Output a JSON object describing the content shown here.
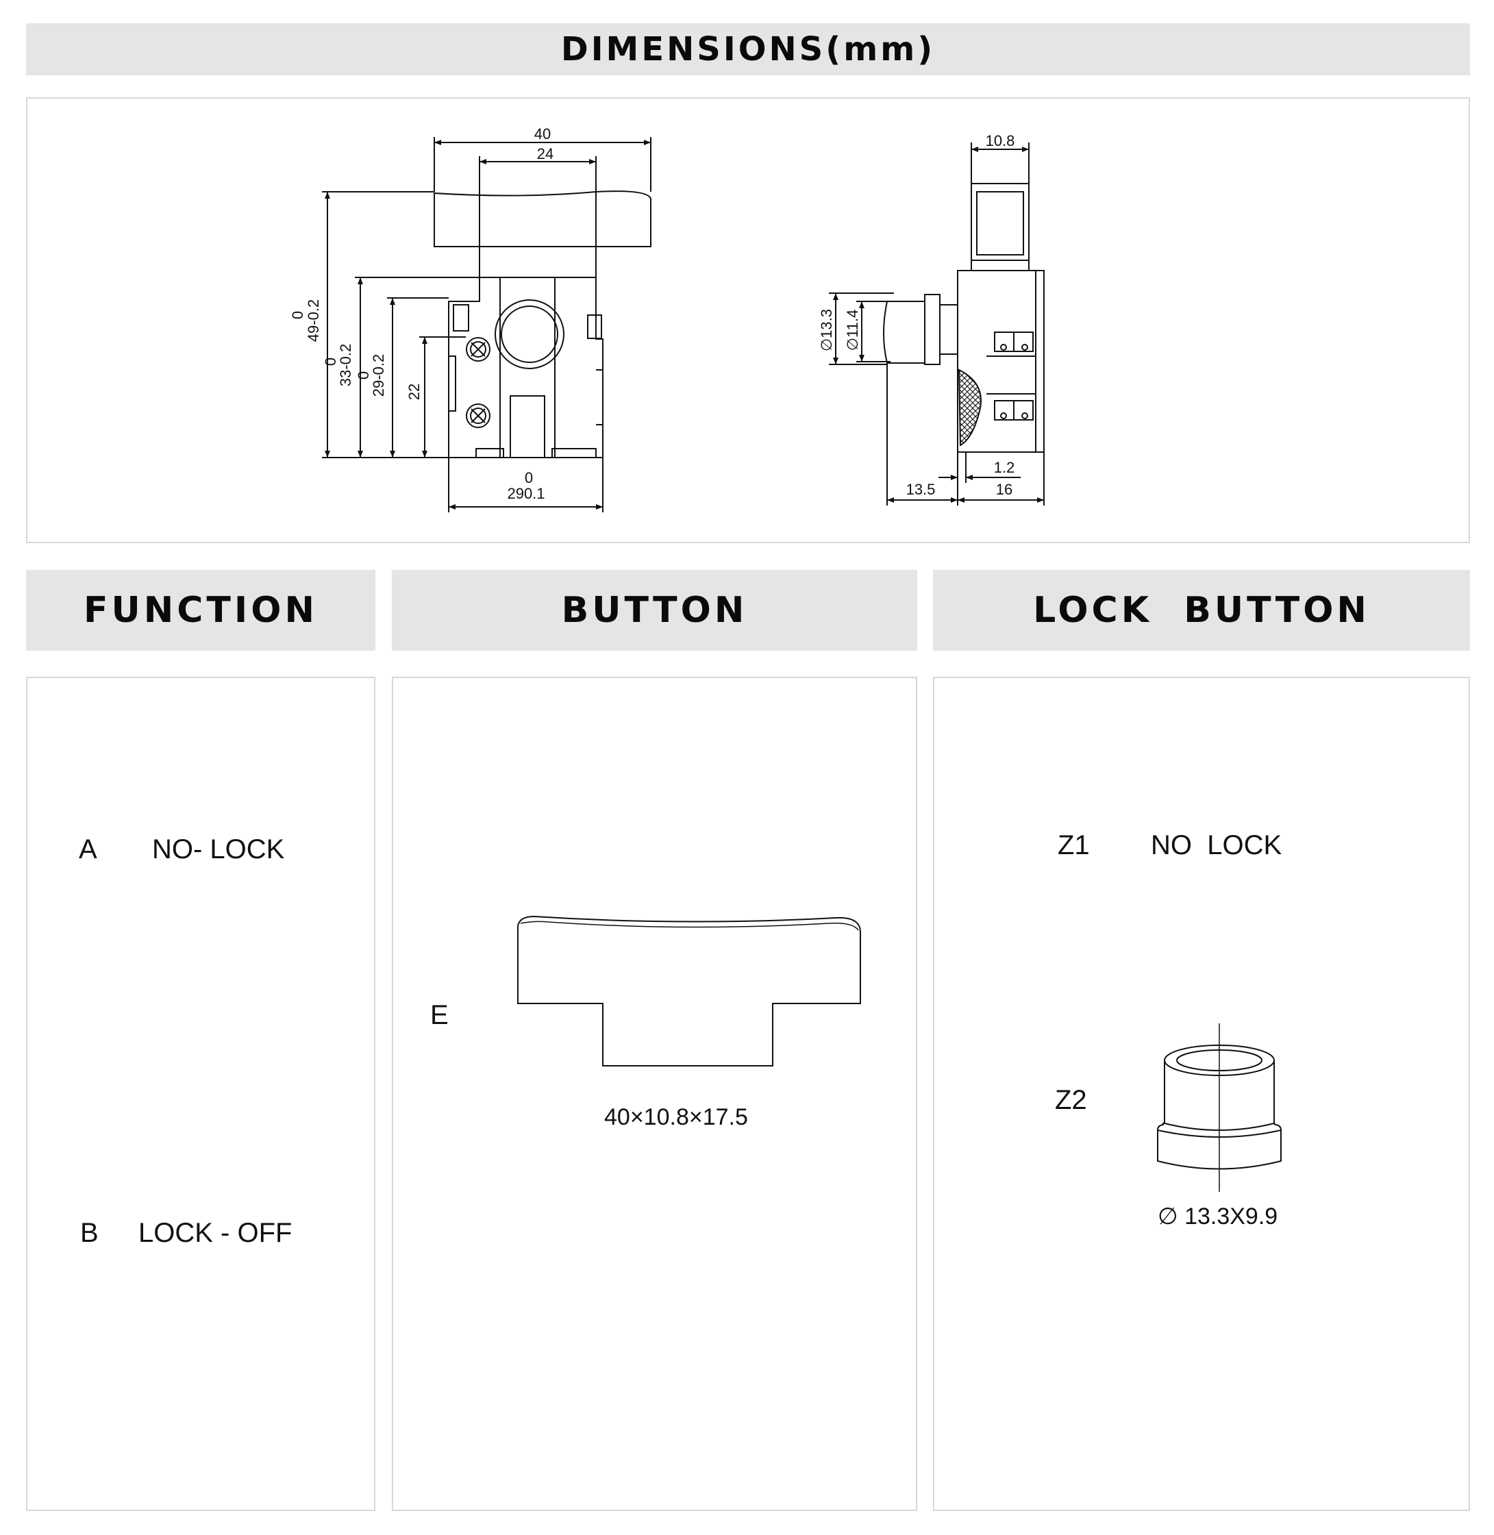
{
  "header": {
    "title": "DIMENSIONS(mm)"
  },
  "drawing": {
    "front": {
      "width_outer": "40",
      "width_inner": "24",
      "height_total_top": "0",
      "height_total": "49-0.2",
      "height_body_top": "0",
      "height_body": "33-0.2",
      "height_29_top": "0",
      "height_29": "29-0.2",
      "height_22": "22",
      "width_body_top": "0",
      "width_body": "290.1"
    },
    "side": {
      "width_trigger": "10.8",
      "dia_outer": "∅13.3",
      "dia_inner": "∅11.4",
      "gap": "1.2",
      "lock_length": "13.5",
      "body_depth": "16"
    }
  },
  "sections": {
    "function": {
      "title": "FUNCTION",
      "items": [
        {
          "code": "A",
          "label": "NO- LOCK"
        },
        {
          "code": "B",
          "label": "LOCK - OFF"
        }
      ]
    },
    "button": {
      "title": "BUTTON",
      "code": "E",
      "size": "40×10.8×17.5"
    },
    "lock_button": {
      "title": "LOCK  BUTTON",
      "items": [
        {
          "code": "Z1",
          "label": "NO  LOCK"
        },
        {
          "code": "Z2",
          "label": ""
        }
      ],
      "size": "∅ 13.3X9.9"
    }
  }
}
